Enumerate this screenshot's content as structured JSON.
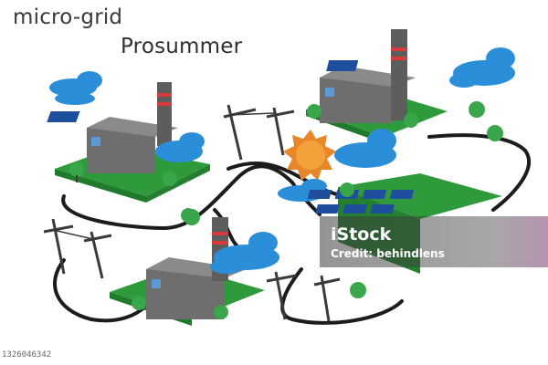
{
  "title": {
    "line1": "micro-grid",
    "line2": "Prosummer"
  },
  "watermark": {
    "brand": "iStock",
    "credit": "Credit: behindlens"
  },
  "image_id": "1326046342",
  "colors": {
    "grass": "#2f9a3c",
    "grass_dark": "#1f7a2c",
    "factory": "#6e6e6e",
    "factory_dark": "#4d4d4d",
    "chimney_stripe": "#d63a3a",
    "cloud": "#2b8ed8",
    "sun": "#f2a23a",
    "panel": "#1f4f9c",
    "wire": "#1c1c1c",
    "tree": "#3aa64b"
  }
}
